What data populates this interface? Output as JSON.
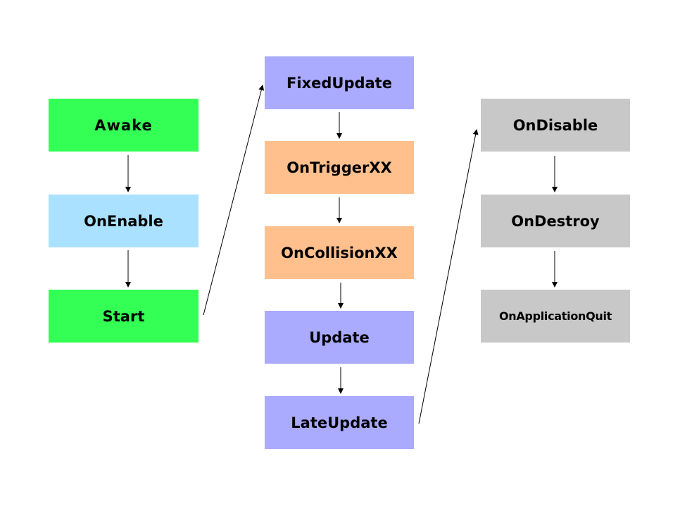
{
  "colors": {
    "init": "#33ff55",
    "enable": "#aae1ff",
    "loop": "#aaaaff",
    "physics": "#ffc08e",
    "teardown": "#c8c8c8",
    "arrow": "#000000"
  },
  "nodes": {
    "awake": "Awake",
    "on_enable": "OnEnable",
    "start": "Start",
    "fixed_update": "FixedUpdate",
    "on_trigger": "OnTriggerXX",
    "on_collision": "OnCollisionXX",
    "update": "Update",
    "late_update": "LateUpdate",
    "on_disable": "OnDisable",
    "on_destroy": "OnDestroy",
    "on_application_quit": "OnApplicationQuit"
  },
  "edges": [
    [
      "awake",
      "on_enable"
    ],
    [
      "on_enable",
      "start"
    ],
    [
      "start",
      "fixed_update"
    ],
    [
      "fixed_update",
      "on_trigger"
    ],
    [
      "on_trigger",
      "on_collision"
    ],
    [
      "on_collision",
      "update"
    ],
    [
      "update",
      "late_update"
    ],
    [
      "late_update",
      "on_disable"
    ],
    [
      "on_disable",
      "on_destroy"
    ],
    [
      "on_destroy",
      "on_application_quit"
    ]
  ]
}
